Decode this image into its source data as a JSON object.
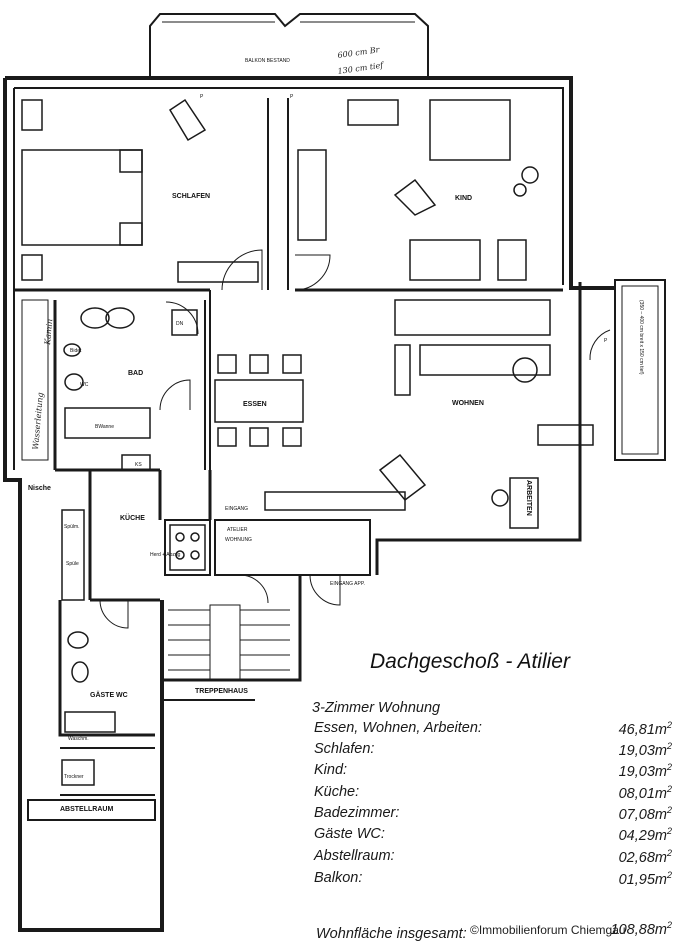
{
  "plan": {
    "rooms": {
      "schlafen": "SCHLAFEN",
      "kind": "KIND",
      "bad": "BAD",
      "essen": "ESSEN",
      "wohnen": "WOHNEN",
      "kueche": "KÜCHE",
      "gaeste_wc": "GÄSTE WC",
      "treppenhaus": "TREPPENHAUS",
      "abstellraum": "ABSTELLRAUM",
      "arbeiten": "ARBEITEN",
      "nische": "Nische"
    },
    "labels": {
      "balkon": "BALKON BESTAND",
      "eingang": "EINGANG",
      "atelier_line1": "ATELIER",
      "atelier_line2": "WOHNUNG",
      "eingang_app": "EINGANG APP.",
      "wc": "WC",
      "bidet": "Bidet",
      "bwanne": "BWanne",
      "ks": "KS",
      "dn": "DN",
      "spuele": "Spüle",
      "herd": "Herd + Abzug",
      "spuelm": "Spülm.",
      "trockner": "Trockner",
      "waschm": "Waschm.",
      "p1": "P",
      "p2": "P",
      "p3": "P",
      "side_dim": "(350 – 400 cm breit x 150 cm tief)"
    },
    "handwritten": {
      "balkon_dims_1": "600 cm Br",
      "balkon_dims_2": "130 cm tief",
      "left_note_1": "Wasserleitung",
      "left_note_2": "Kamin"
    }
  },
  "legend": {
    "title": "Dachgeschoß - Atilier",
    "subtitle": "3-Zimmer Wohnung",
    "rows": [
      {
        "name": "Essen, Wohnen, Arbeiten:",
        "area": "46,81m",
        "unit": "2"
      },
      {
        "name": "Schlafen:",
        "area": "19,03m",
        "unit": "2"
      },
      {
        "name": "Kind:",
        "area": "19,03m",
        "unit": "2"
      },
      {
        "name": "Küche:",
        "area": "08,01m",
        "unit": "2"
      },
      {
        "name": "Badezimmer:",
        "area": "07,08m",
        "unit": "2"
      },
      {
        "name": "Gäste WC:",
        "area": "04,29m",
        "unit": "2"
      },
      {
        "name": "Abstellraum:",
        "area": "02,68m",
        "unit": "2"
      },
      {
        "name": "Balkon:",
        "area": "01,95m",
        "unit": "2"
      }
    ],
    "total_label": "Wohnfläche insgesamt:",
    "total_value": "108,88m",
    "total_unit": "2"
  },
  "watermark": "©Immobilienforum Chiemgau"
}
